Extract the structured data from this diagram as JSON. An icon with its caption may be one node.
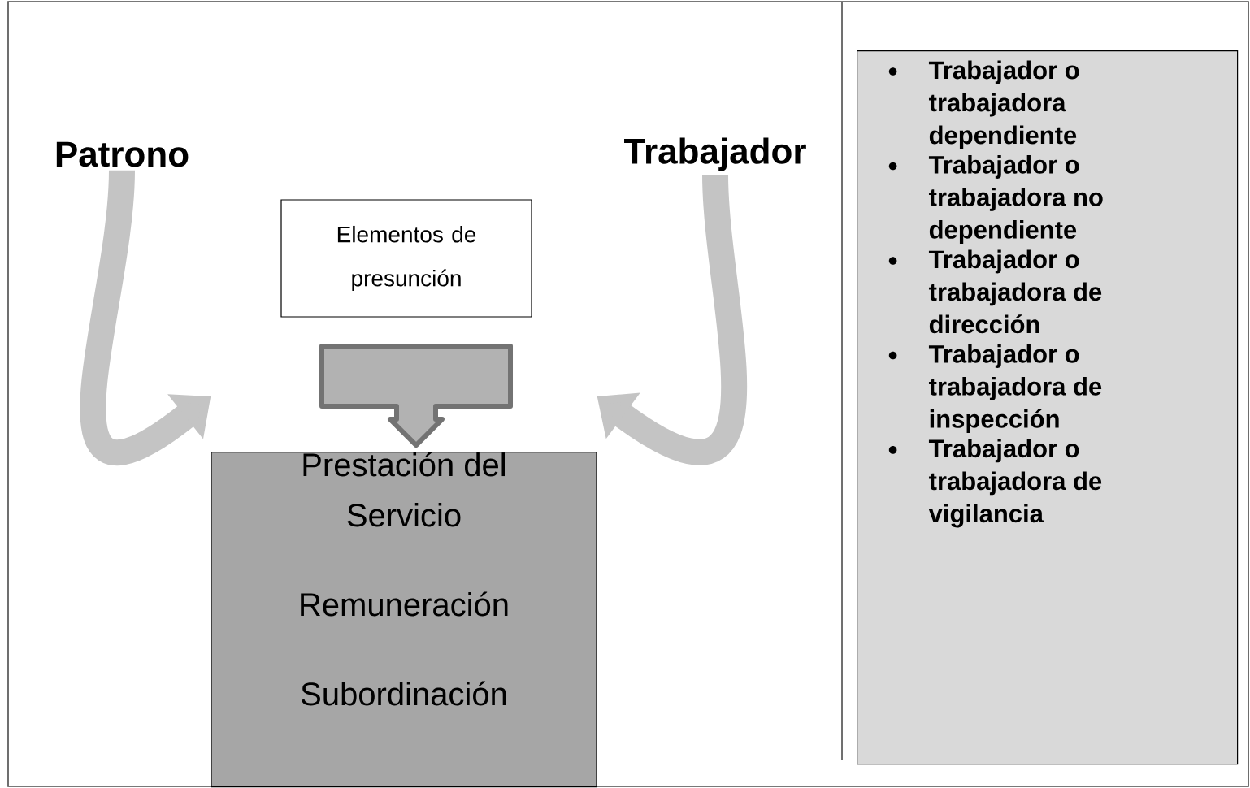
{
  "diagram": {
    "nodes": [
      {
        "text": [
          "Patrono"
        ]
      },
      {
        "text": [
          "Trabajador"
        ]
      },
      {
        "text": [
          "Elementos de presunción"
        ]
      },
      {
        "text": [],
        "shape": "box"
      },
      {
        "text": [
          "Prestación del Servicio",
          "Remuneración",
          "Subordinación"
        ]
      },
      {
        "text": [
          "Trabajador o trabajadora dependiente",
          "Trabajador o trabajadora no dependiente",
          "Trabajador o trabajadora de dirección",
          "Trabajador o trabajadora de inspección",
          "Trabajador o trabajadora de vigilancia"
        ]
      }
    ],
    "edges": [
      {
        "from": 0,
        "to": 4,
        "arrow": "to"
      },
      {
        "from": 1,
        "to": 4,
        "arrow": "to"
      }
    ]
  }
}
